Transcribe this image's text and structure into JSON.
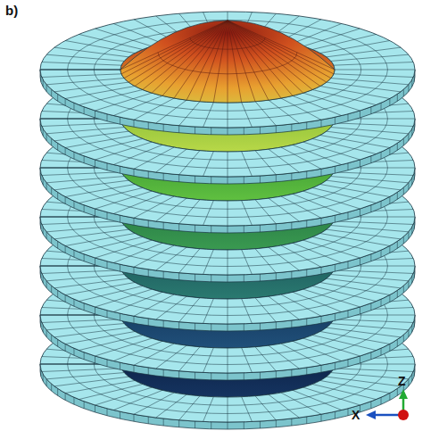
{
  "diagram": {
    "labels": [
      "b)",
      "Z",
      "X"
    ]
  }
}
